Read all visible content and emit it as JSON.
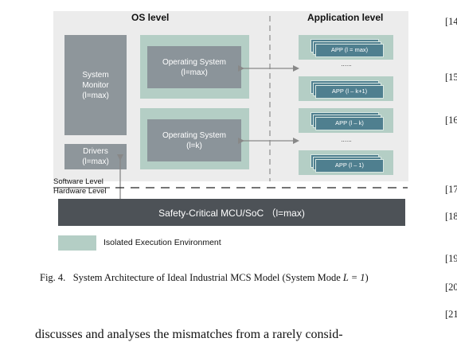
{
  "diagram": {
    "headers": {
      "os_level": "OS level",
      "application_level": "Application level"
    },
    "system_monitor": {
      "line1": "System",
      "line2": "Monitor",
      "line3": "(l=max)"
    },
    "drivers": {
      "line1": "Drivers",
      "line2": "(l=max)"
    },
    "os_top": {
      "line1": "Operating System",
      "line2": "(l=max)"
    },
    "os_bottom": {
      "line1": "Operating System",
      "line2": "(l=k)"
    },
    "apps": [
      {
        "label": "APP (l = max)"
      },
      {
        "label": "APP (l – k+1)"
      },
      {
        "label": "APP (l – k)"
      },
      {
        "label": "APP (l – 1)"
      }
    ],
    "ellipsis": "......",
    "software_level": "Software Level",
    "hardware_level": "Hardware Level",
    "mcu": "Safety-Critical MCU/SoC （l=max)",
    "legend": "Isolated Execution Environment",
    "colors": {
      "env": "#b4cec5",
      "grey_box": "#8b949a",
      "app": "#4f7f8f",
      "mcu": "#4d5257"
    }
  },
  "caption": {
    "prefix": "Fig. 4.",
    "text": "System Architecture of Ideal Industrial MCS Model (System Mode ",
    "math": "L = 1",
    "suffix": ")"
  },
  "refs": [
    "[14",
    "[15",
    "[16",
    "[17",
    "[18",
    "[19",
    "[20",
    "[21"
  ],
  "body_text": "discusses and analyses the mismatches from a rarely consid-"
}
